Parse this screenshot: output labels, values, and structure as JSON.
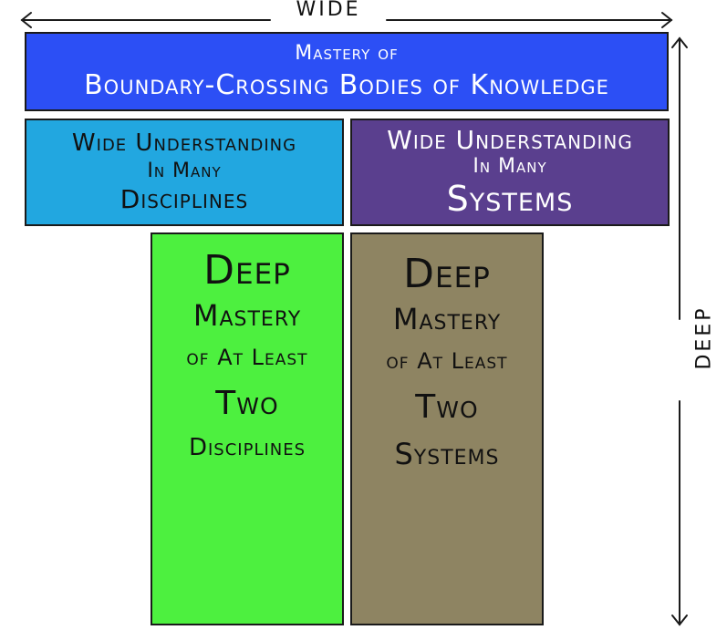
{
  "axes": {
    "wide_label": "WIDE",
    "deep_label": "DEEP"
  },
  "top_bar": {
    "line1": "Mastery of",
    "line2": "Boundary-Crossing Bodies of Knowledge"
  },
  "wide_disciplines": {
    "line1": "Wide Understanding",
    "line2": "In Many",
    "line3": "Disciplines"
  },
  "wide_systems": {
    "line1": "Wide Understanding",
    "line2": "In Many",
    "line3": "Systems"
  },
  "deep_disciplines": {
    "line1": "Deep",
    "line2": "Mastery",
    "line3": "of At Least",
    "line4": "Two",
    "line5": "Disciplines"
  },
  "deep_systems": {
    "line1": "Deep",
    "line2": "Mastery",
    "line3": "of At Least",
    "line4": "Two",
    "line5": "Systems"
  },
  "colors": {
    "top_bar": "#2c4ff5",
    "wide_disciplines": "#22a7e0",
    "wide_systems": "#5a3f8e",
    "deep_disciplines": "#4df03f",
    "deep_systems": "#8e8462",
    "outline": "#1a1a1a"
  }
}
